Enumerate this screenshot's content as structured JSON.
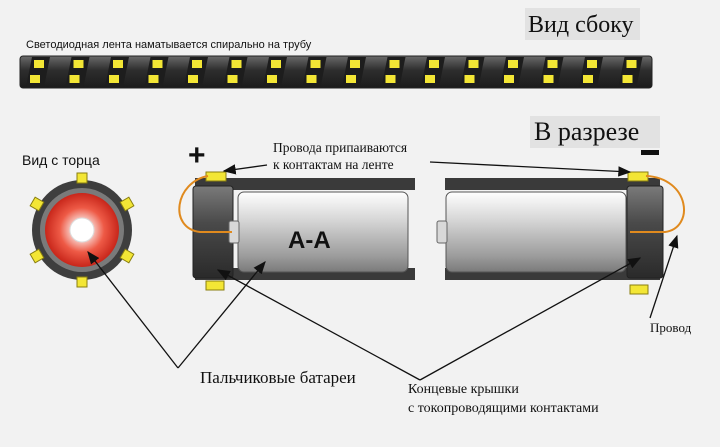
{
  "labels": {
    "side_view_title": "Вид сбоку",
    "tape_caption": "Светодиодная лента наматывается спирально на трубу",
    "section_title": "В разрезе",
    "end_view_title": "Вид с торца",
    "wires_soldered_line1": "Провода припаиваются",
    "wires_soldered_line2": "к контактам на ленте",
    "plus_sign": "+",
    "minus_sign": "−",
    "battery_type": "А-А",
    "wire": "Провод",
    "batteries": "Пальчиковые батареи",
    "end_caps_line1": "Концевые крышки",
    "end_caps_line2": "с токопроводящими контактами"
  },
  "colors": {
    "background": "#f2f2f2",
    "tube": "#3a3a3a",
    "led": "#f3e635",
    "wire": "#e08a1e",
    "battery_body": "#c9c9c9",
    "end_cap": "#4a4a4a",
    "battery_core": "#e23a2a"
  }
}
